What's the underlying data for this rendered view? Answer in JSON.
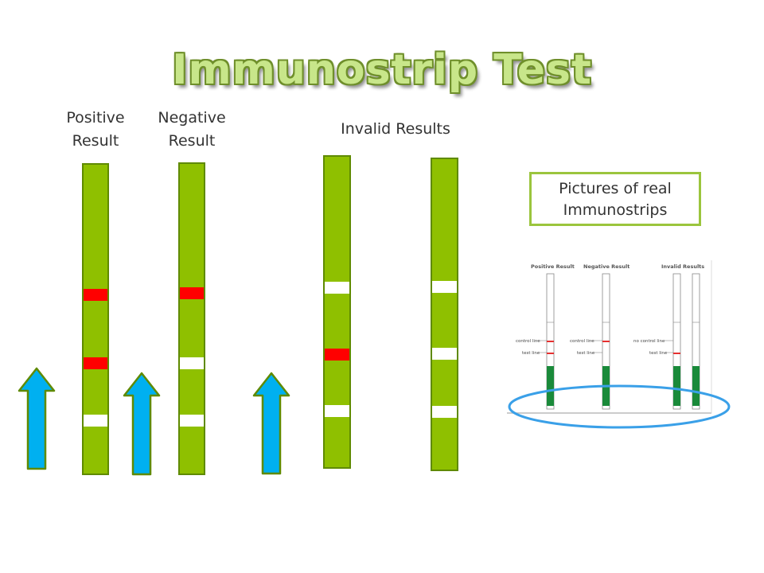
{
  "title": "Immunostrip Test",
  "labels": {
    "positive_line1": "Positive",
    "positive_line2": "Result",
    "negative_line1": "Negative",
    "negative_line2": "Result",
    "invalid": "Invalid Results"
  },
  "callout": {
    "line1": "Pictures of real",
    "line2": "Immunostrips"
  },
  "photo": {
    "headers": [
      "Positive Result",
      "Negative Result",
      "Invalid Results"
    ],
    "line_labels": [
      "control line",
      "test line",
      "control line",
      "test line",
      "no control line",
      "test line"
    ]
  },
  "colors": {
    "strip_green": "#8fc000",
    "control_red": "#ff0000",
    "arrow_blue": "#00b0f0",
    "title_green": "#c8e68a",
    "ellipse_blue": "#3aa0e8"
  }
}
